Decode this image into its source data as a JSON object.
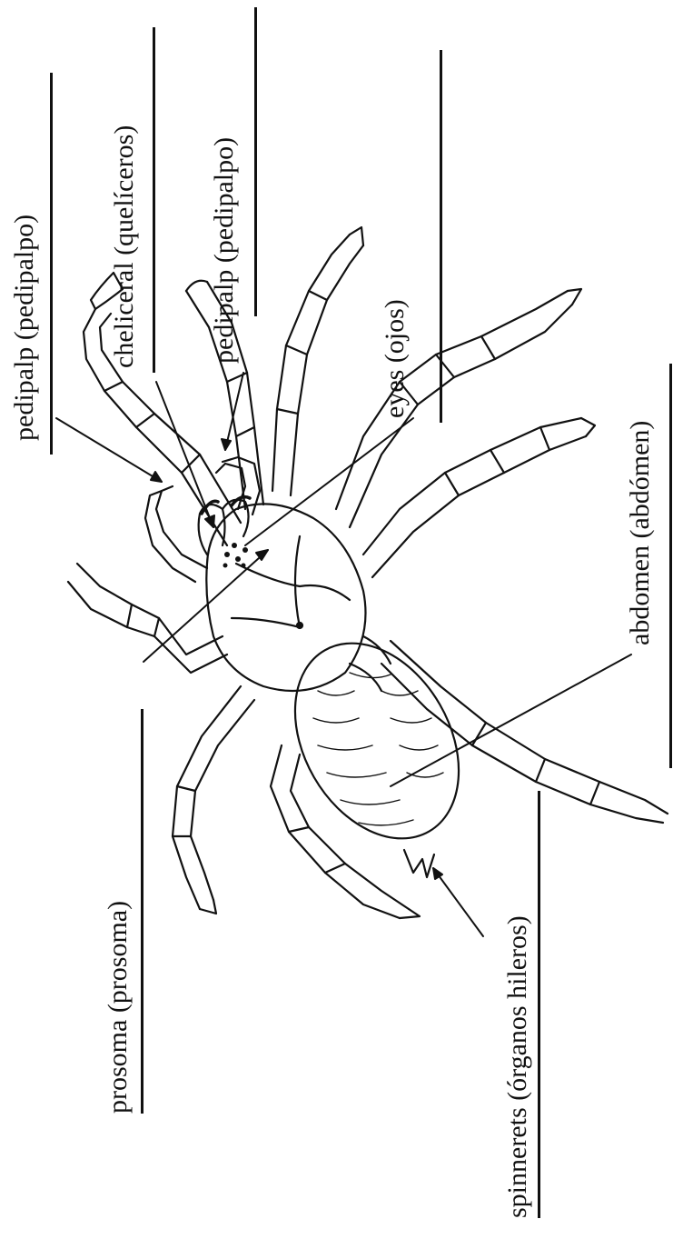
{
  "labels": {
    "pedipalp_left": "pedipalp (pedipalpo)",
    "chelicerae": "cheliceral (quelíceros)",
    "pedipalp_right": "pedipalp (pedipalpo)",
    "eyes": "eyes (ojos)",
    "abdomen": "abdomen (abdómen)",
    "prosoma": "prosoma (prosoma)",
    "spinnerets": "spinnerets (órganos hileros)"
  }
}
